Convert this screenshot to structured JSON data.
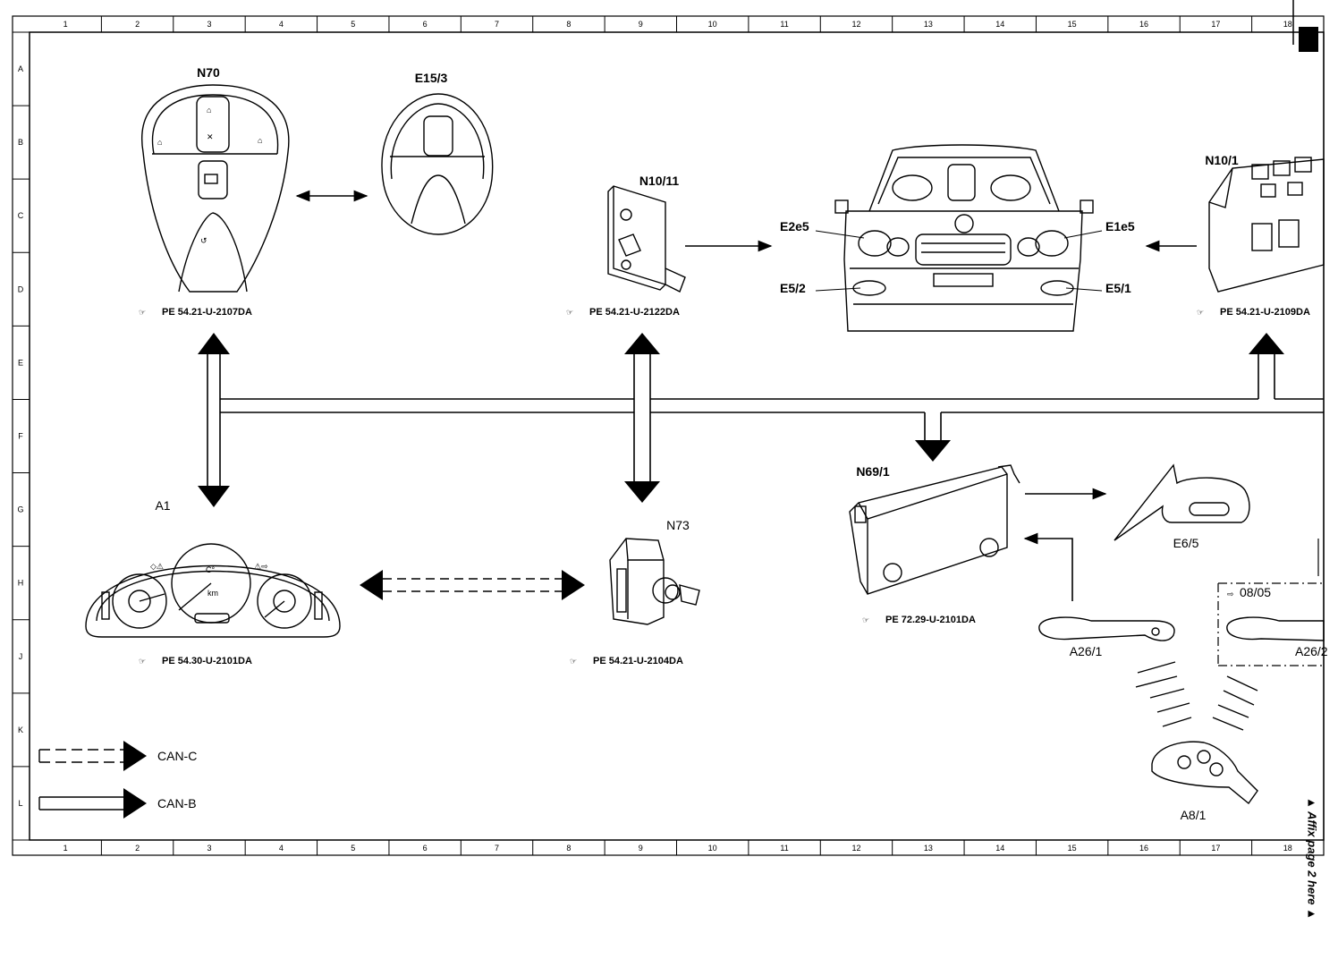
{
  "frame": {
    "columns": [
      "1",
      "2",
      "3",
      "4",
      "5",
      "6",
      "7",
      "8",
      "9",
      "10",
      "11",
      "12",
      "13",
      "14",
      "15",
      "16",
      "17",
      "18"
    ],
    "rows": [
      "A",
      "B",
      "C",
      "D",
      "E",
      "F",
      "G",
      "H",
      "J",
      "K",
      "L"
    ]
  },
  "components": {
    "N70": {
      "label": "N70",
      "ref": "PE 54.21-U-2107DA"
    },
    "E15_3": {
      "label": "E15/3"
    },
    "N10_11": {
      "label": "N10/11",
      "ref": "PE 54.21-U-2122DA"
    },
    "car": {
      "E2e5": "E2e5",
      "E1e5": "E1e5",
      "E5_2": "E5/2",
      "E5_1": "E5/1"
    },
    "N10_1": {
      "label": "N10/1",
      "ref": "PE 54.21-U-2109DA"
    },
    "A1": {
      "label": "A1",
      "ref": "PE 54.30-U-2101DA",
      "gauge_unit": "km",
      "gauge_temp": "C°"
    },
    "N73": {
      "label": "N73",
      "ref": "PE 54.21-U-2104DA"
    },
    "N69_1": {
      "label": "N69/1",
      "ref": "PE 72.29-U-2101DA"
    },
    "E6_5": {
      "label": "E6/5"
    },
    "A26_1": {
      "label": "A26/1"
    },
    "A26_2": {
      "label": "A26/2",
      "date_note": "08/05"
    },
    "A8_1": {
      "label": "A8/1"
    }
  },
  "legend": {
    "can_c": "CAN-C",
    "can_b": "CAN-B"
  },
  "affix_note": "▲ Affix page 2 here ▲"
}
